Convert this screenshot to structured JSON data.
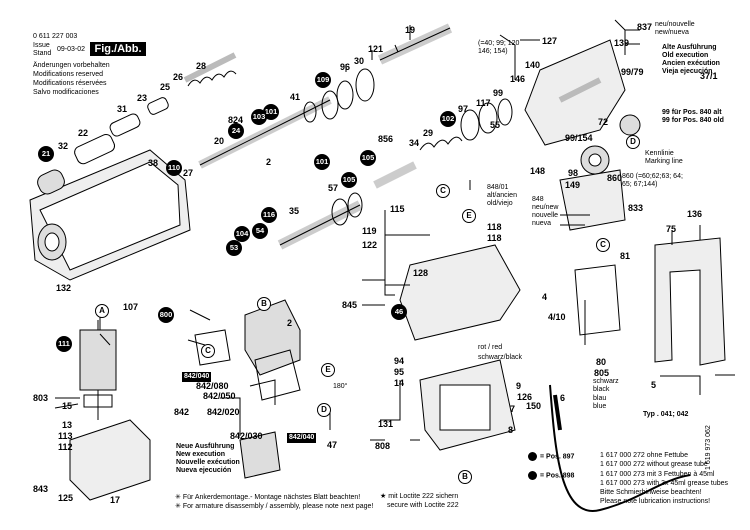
{
  "header": {
    "doc_number": "0 611 227 003",
    "issue_label": "Issue",
    "stand_label": "Stand",
    "date": "09-03-02",
    "fig_label": "Fig./Abb. 1",
    "notes": [
      "Änderungen vorbehalten",
      "Modifications reserved",
      "Modifications réservées",
      "Salvo modificaciones"
    ]
  },
  "top_right": {
    "new_execution": [
      "neu/nouvelle",
      "new/nueva"
    ],
    "old_execution": [
      "Alte Ausführung",
      "Old execution",
      "Ancien exécution",
      "Vieja ejecución"
    ],
    "pos840_new": "99 für Pos. 840 alt",
    "pos840_old": "99 for Pos. 840 old",
    "marking": [
      "Kennlinie",
      "Marking line"
    ],
    "bracket_840": "(=40; 99; 120\n146; 154)",
    "ref_860": "860 (=60;62;63; 64;\n65; 67;144)",
    "alt_848_01": [
      "848/01",
      "alt/ancien",
      "old/viejo"
    ],
    "new_848": [
      "848",
      "neu/new",
      "nouvelle",
      "nueva"
    ]
  },
  "part_labels": [
    "19",
    "121",
    "96",
    "30",
    "109",
    "41",
    "101",
    "103",
    "24",
    "824",
    "20",
    "31",
    "23",
    "26",
    "25",
    "28",
    "22",
    "21",
    "32",
    "38",
    "110",
    "27",
    "2",
    "101",
    "57",
    "105",
    "35",
    "116",
    "54",
    "104",
    "53",
    "132",
    "107",
    "800",
    "A",
    "111",
    "803",
    "15",
    "13",
    "113",
    "112",
    "843",
    "125",
    "17",
    "856",
    "29",
    "34",
    "105",
    "102",
    "97",
    "117",
    "99",
    "55",
    "146",
    "148",
    "149",
    "140",
    "127",
    "837",
    "139",
    "99/79",
    "37/1",
    "72",
    "99/154",
    "D",
    "860",
    "98",
    "833",
    "C",
    "115",
    "119",
    "122",
    "118",
    "118",
    "128",
    "E",
    "845",
    "46",
    "C",
    "4",
    "4/10",
    "B",
    "94",
    "95",
    "14",
    "126",
    "9",
    "7",
    "8",
    "808",
    "131",
    "150",
    "6",
    "81",
    "75",
    "136",
    "805",
    "5",
    "80",
    "2",
    "842/040",
    "842/080",
    "842/050",
    "842",
    "842/020",
    "842/030",
    "842/040",
    "47",
    "B",
    "C",
    "E",
    "180°",
    "D"
  ],
  "wire_labels": [
    "rot / red",
    "schwarz/black",
    "schwarz",
    "black",
    "blau",
    "blue"
  ],
  "typ": "Typ . 041; 042",
  "bottom_left": {
    "new_execution": [
      "Neue Ausführung",
      "New execution",
      "Nouvelle exécution",
      "Nueva ejecución"
    ]
  },
  "footer": {
    "anker_de": "Für Ankerdemontage.- Montage nächstes Blatt beachten!",
    "anker_en": "For armature disassembly / assembly, please note next page!",
    "loctite_de": "mit Loctite 222 sichern",
    "loctite_en": "secure with Loctite 222"
  },
  "pos_notes": {
    "pos897_label": "= Pos. 897",
    "pos897_line1": "1 617 000 272 ohne Fettube",
    "pos897_line2": "1 617 000 272 without grease tube",
    "pos898_label": "= Pos. 898",
    "pos898_line1": "1 617 000 273 mit 3 Fettuben à 45ml",
    "pos898_line2": "1 617 000 273 with 3x 45ml grease tubes",
    "pos898_line3": "Bitte Schmierhinweise beachten!",
    "pos898_line4": "Please note lubrication instructions!"
  },
  "side_code": "1 619 973 062"
}
